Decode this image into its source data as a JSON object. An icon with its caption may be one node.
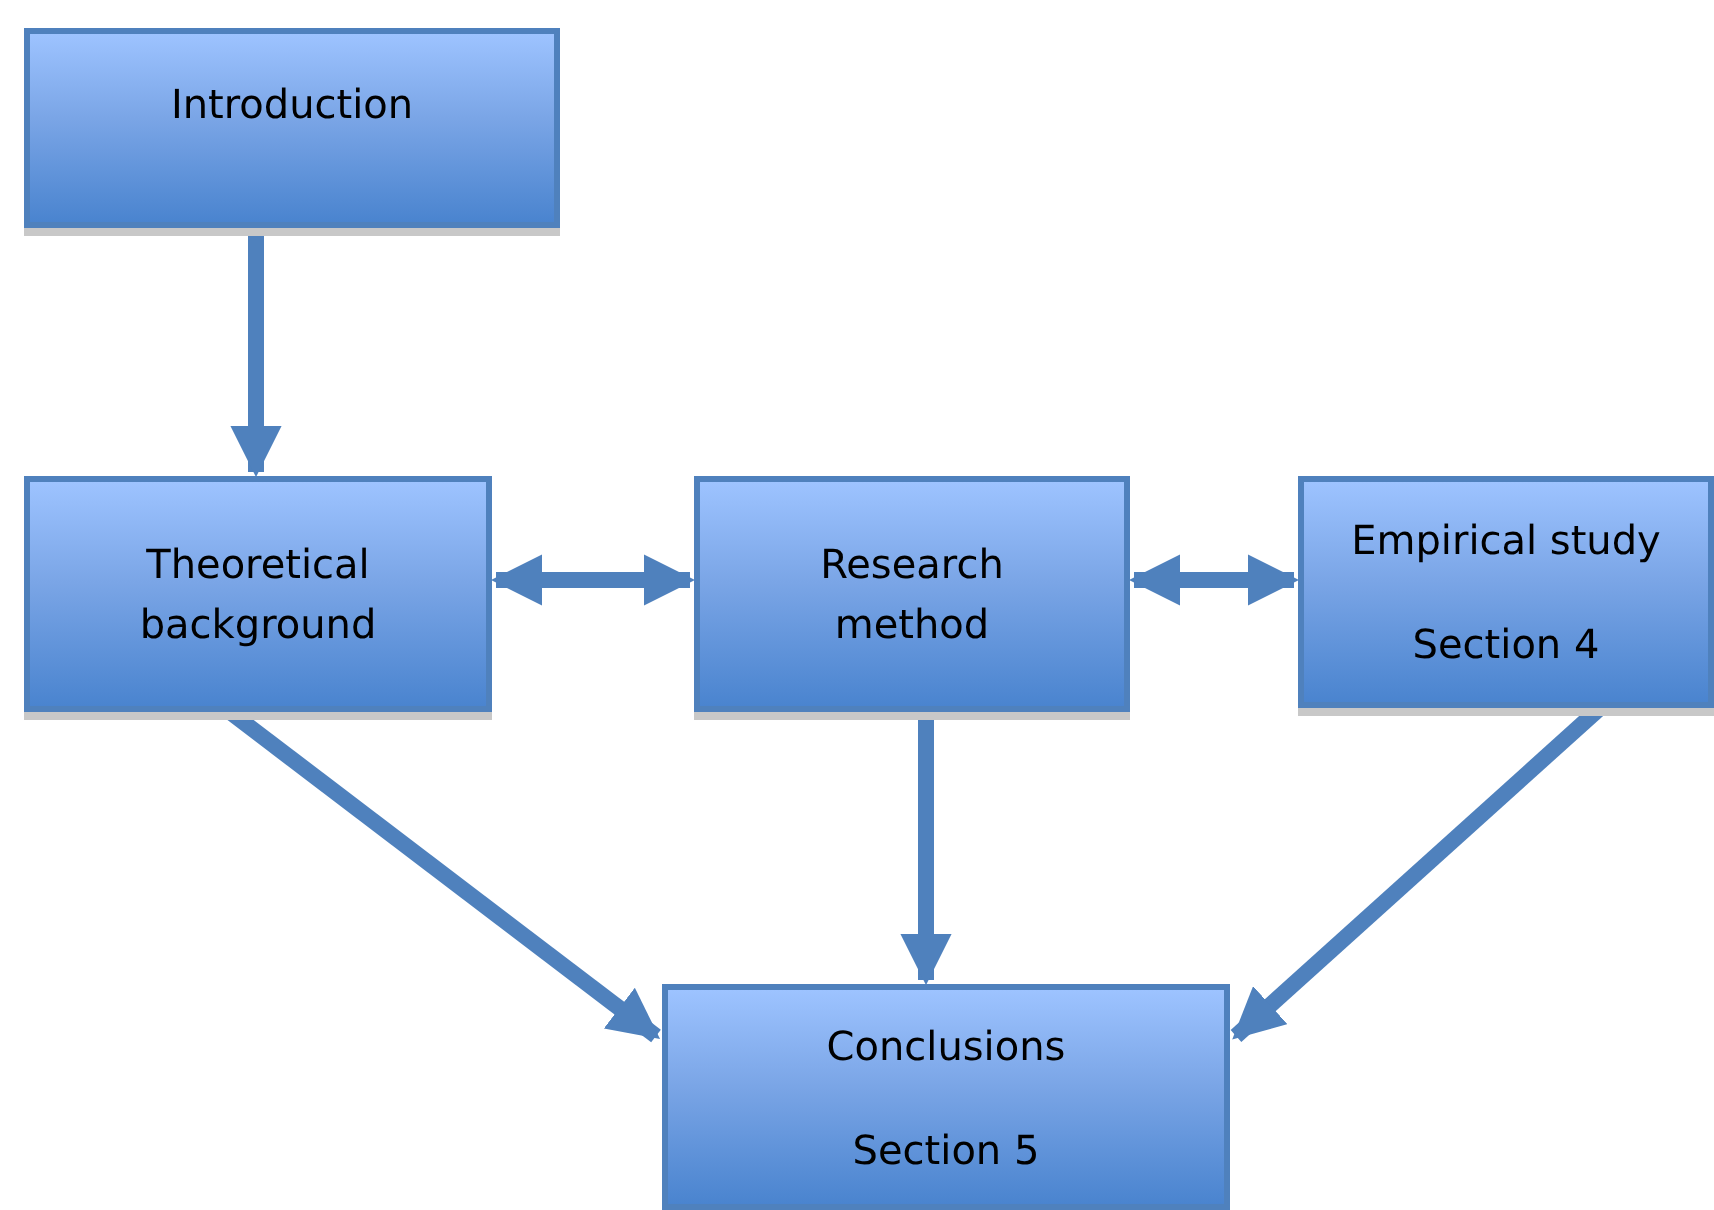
{
  "diagram": {
    "nodes": [
      {
        "text": [
          "Introduction"
        ]
      },
      {
        "text": [
          "Theoretical background"
        ]
      },
      {
        "text": [
          "Research method"
        ]
      },
      {
        "text": [
          "Empirical study",
          "Section 4"
        ]
      },
      {
        "text": [
          "Conclusions",
          "Section 5"
        ]
      }
    ],
    "edges": [
      {
        "from": 0,
        "to": 1,
        "arrow": "to"
      },
      {
        "from": 1,
        "to": 2,
        "arrow": "both"
      },
      {
        "from": 2,
        "to": 3,
        "arrow": "both"
      },
      {
        "from": 1,
        "to": 4,
        "arrow": "to"
      },
      {
        "from": 2,
        "to": 4,
        "arrow": "to"
      },
      {
        "from": 3,
        "to": 4,
        "arrow": "to"
      }
    ]
  }
}
